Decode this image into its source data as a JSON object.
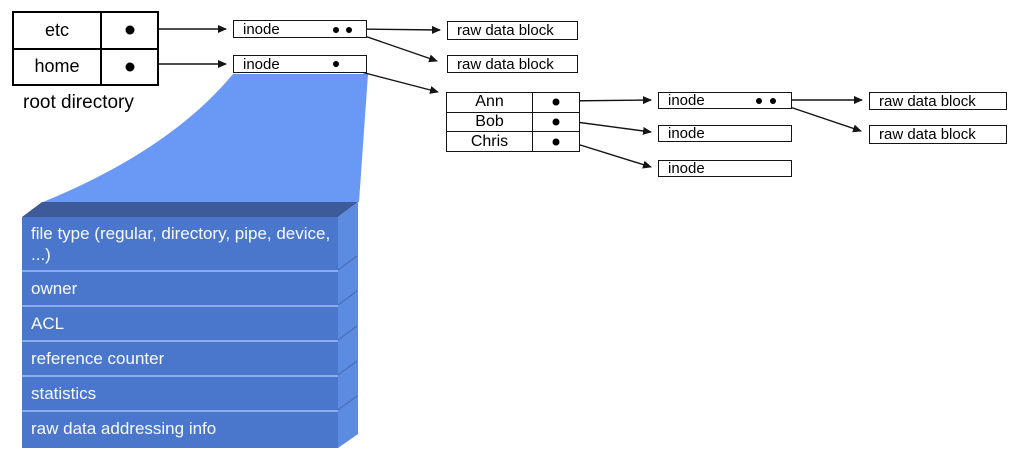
{
  "root_directory": {
    "label": "root directory",
    "rows": [
      "etc",
      "home"
    ]
  },
  "labels": {
    "inode": "inode",
    "raw_data_block": "raw data block"
  },
  "home_directory": {
    "rows": [
      "Ann",
      "Bob",
      "Chris"
    ]
  },
  "inode_fields": [
    "file type (regular, directory, pipe, device, ...)",
    "owner",
    "ACL",
    "reference counter",
    "statistics",
    "raw data addressing info"
  ],
  "colors": {
    "funnel": "#6A99F5",
    "detail_front": "#4A76CB",
    "detail_top": "#3D5B99",
    "detail_side": "#5C8BE2",
    "detail_divider": "#88ACEC",
    "line": "#141414"
  }
}
